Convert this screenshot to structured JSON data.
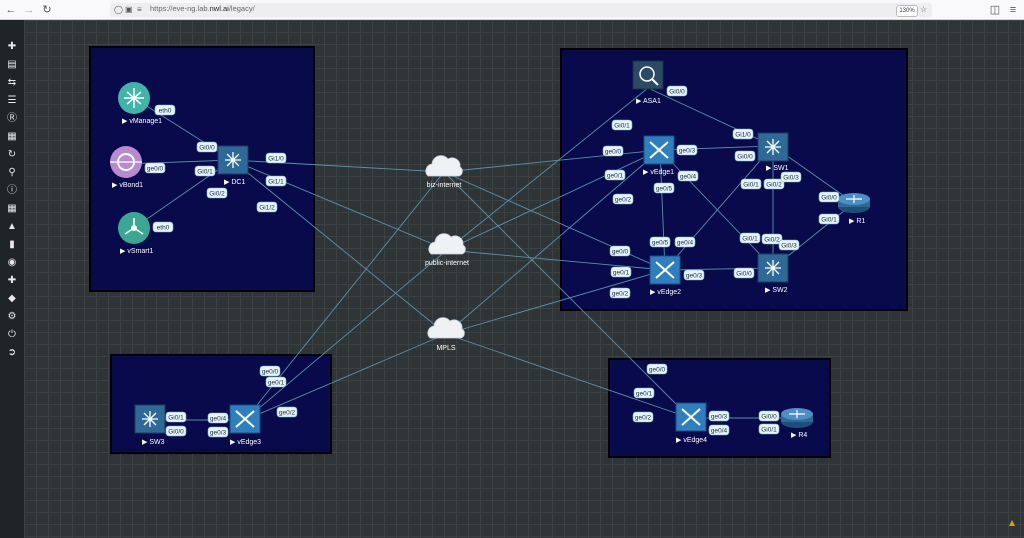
{
  "browser": {
    "url_prefix": "https://eve-ng.lab.",
    "url_host": "nwl.ai",
    "url_path": "/legacy/",
    "zoom": "130%"
  },
  "sidebar": {
    "icons": [
      "add-icon",
      "stack-icon",
      "exchange-icon",
      "list-icon",
      "text-icon",
      "grid-icon",
      "refresh-icon",
      "zoom-icon",
      "info-icon",
      "table-icon",
      "graduation-icon",
      "chat-icon",
      "unlock-icon",
      "fit-icon",
      "tag-icon",
      "gear-icon",
      "power-icon",
      "logout-icon"
    ]
  },
  "colors": {
    "canvas_bg": "#2f3537",
    "box_fill": "#080a4b",
    "link": "#5d8fa8",
    "router_blue": "#2e6a98",
    "vmanage": "#3fb5a8",
    "vbond": "#b88ad0",
    "vsmart": "#3aa890"
  },
  "nodes": {
    "vmanage": {
      "label": "vManage1",
      "icon": "vmanage-icon"
    },
    "vbond": {
      "label": "vBond1",
      "icon": "vbond-icon"
    },
    "vsmart": {
      "label": "vSmart1",
      "icon": "vsmart-icon"
    },
    "dc1": {
      "label": "DC1",
      "icon": "switch-icon"
    },
    "asa1": {
      "label": "ASA1",
      "icon": "firewall-icon"
    },
    "vedge1": {
      "label": "vEdge1",
      "icon": "vedge-icon"
    },
    "sw1": {
      "label": "SW1",
      "icon": "switch-icon"
    },
    "r1": {
      "label": "R1",
      "icon": "router-icon"
    },
    "vedge2": {
      "label": "vEdge2",
      "icon": "vedge-icon"
    },
    "sw2": {
      "label": "SW2",
      "icon": "switch-icon"
    },
    "biz": {
      "label": "biz-internet",
      "icon": "cloud-icon"
    },
    "pub": {
      "label": "public-internet",
      "icon": "cloud-icon"
    },
    "mpls": {
      "label": "MPLS",
      "icon": "cloud-icon"
    },
    "sw3": {
      "label": "SW3",
      "icon": "switch-icon"
    },
    "vedge3": {
      "label": "vEdge3",
      "icon": "vedge-icon"
    },
    "vedge4": {
      "label": "vEdge4",
      "icon": "vedge-icon"
    },
    "r4": {
      "label": "R4",
      "icon": "router-icon"
    }
  },
  "interfaces": {
    "vmanage_eth0": "eth0",
    "vbond_ge00": "ge0/0",
    "vsmart_eth0": "eth0",
    "dc1_gi00": "Gi0/0",
    "dc1_gi01": "Gi0/1",
    "dc1_gi02": "Gi0/2",
    "dc1_gi10": "Gi1/0",
    "dc1_gi11": "Gi1/1",
    "dc1_gi12": "Gi1/2",
    "asa1_gi00": "Gi0/0",
    "asa1_gi01": "Gi0/1",
    "vedge1_ge00": "ge0/0",
    "vedge1_ge01": "ge0/1",
    "vedge1_ge02": "ge0/2",
    "vedge1_ge03": "ge0/3",
    "vedge1_ge04": "ge0/4",
    "vedge1_ge05": "ge0/5",
    "sw1_gi10": "Gi1/0",
    "sw1_gi00": "Gi0/0",
    "sw1_gi01": "Gi0/1",
    "sw1_gi02": "Gi0/2",
    "sw1_gi03": "Gi0/3",
    "r1_gi00": "Gi0/0",
    "r1_gi01": "Gi0/1",
    "vedge2_ge05": "ge0/5",
    "vedge2_ge04": "ge0/4",
    "vedge2_ge00": "ge0/0",
    "vedge2_ge01": "ge0/1",
    "vedge2_ge02": "ge0/2",
    "vedge2_ge03": "ge0/3",
    "sw2_gi01": "Gi0/1",
    "sw2_gi02": "Gi0/2",
    "sw2_gi03": "Gi0/3",
    "sw2_gi00": "Gi0/0",
    "vedge3_ge00": "ge0/0",
    "vedge3_ge01": "ge0/1",
    "vedge3_ge02": "ge0/2",
    "vedge3_ge04": "ge0/4",
    "vedge3_ge03": "ge0/3",
    "sw3_gi01": "Gi0/1",
    "sw3_gi00": "Gi0/0",
    "vedge4_ge00": "ge0/0",
    "vedge4_ge01": "ge0/1",
    "vedge4_ge02": "ge0/2",
    "vedge4_ge03": "ge0/3",
    "vedge4_ge04": "ge0/4",
    "r4_gi00": "Gi0/0",
    "r4_gi01": "Gi0/1"
  }
}
